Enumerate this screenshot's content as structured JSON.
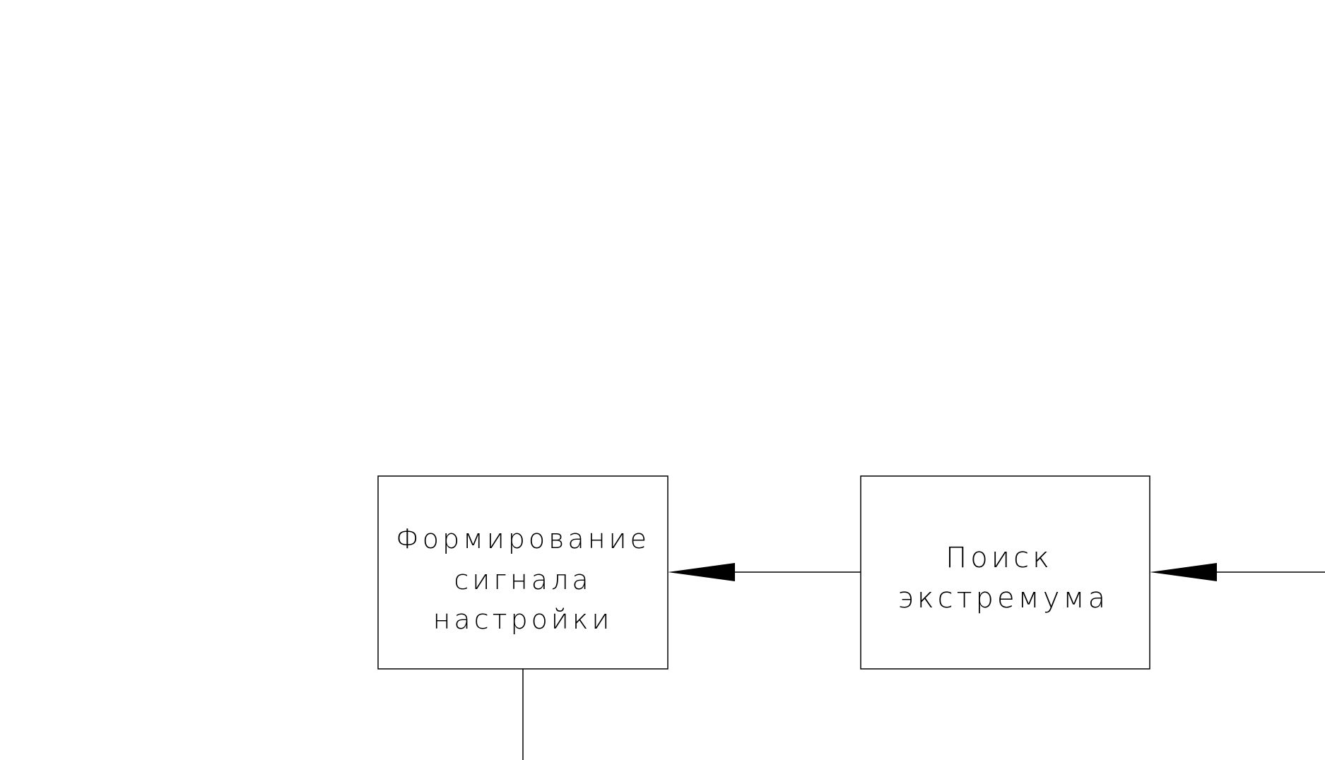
{
  "blocks": [
    {
      "id": "block-formirovanie",
      "lines": [
        "Формирование",
        "сигнала",
        "настройки"
      ]
    },
    {
      "id": "block-poisk",
      "lines": [
        "Поиск",
        "экстремума"
      ]
    }
  ],
  "colors": {
    "background": "#ffffff",
    "stroke": "#000000"
  }
}
